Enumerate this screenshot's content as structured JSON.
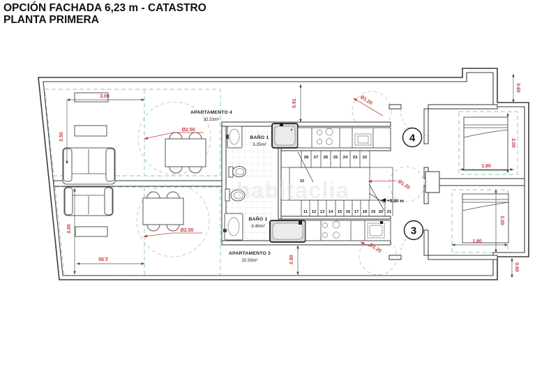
{
  "title": {
    "line1": "OPCIÓN FACHADA 6,23 m - CATASTRO",
    "line2": "PLANTA PRIMERA"
  },
  "watermark": "habitaclia",
  "units": {
    "apt4": {
      "label": "APARTAMENTO 4",
      "area": "32.53m²",
      "number": "4",
      "bath_label": "BAÑO 1",
      "bath_area": "3.25m²"
    },
    "apt3": {
      "label": "APARTAMENTO 3",
      "area": "32.93m²",
      "number": "3",
      "bath_label": "BAÑO 1",
      "bath_area": "3.40m²"
    }
  },
  "stairs": {
    "level_label": "+3,80 m",
    "mid_flight_step": "10",
    "upper_steps": [
      "28",
      "27",
      "26",
      "25",
      "24",
      "23",
      "22"
    ],
    "lower_steps": [
      "11",
      "12",
      "13",
      "14",
      "15",
      "16",
      "17",
      "18",
      "19",
      "20",
      "21"
    ]
  },
  "dimensions": {
    "apt4_living_width": "3.00",
    "apt4_living_depth": "2.50",
    "apt4_dining_circle": "Ø2.50",
    "apt3_living_depth": "3.00",
    "apt3_living_width": "2.50",
    "apt3_dining_circle": "Ø2.50",
    "apt4_corridor": "0.91",
    "apt3_corridor": "0.90",
    "turning_circle_top": "Ø1.20",
    "turning_circle_mid": "Ø1.20",
    "turning_circle_bottom": "Ø1.20",
    "setback_top": "0.60",
    "setback_bottom": "0.60",
    "bed4_width": "1.80",
    "bed4_length": "2.00",
    "bed3_width": "1.80",
    "bed3_length": "2.00"
  },
  "colors": {
    "dimension_text": "#c23b3b",
    "zone_dash": "#9fd4be",
    "circle_dash": "#c8c8c8",
    "wall": "#3a3a3a",
    "watermark": "#e0e0e0"
  }
}
